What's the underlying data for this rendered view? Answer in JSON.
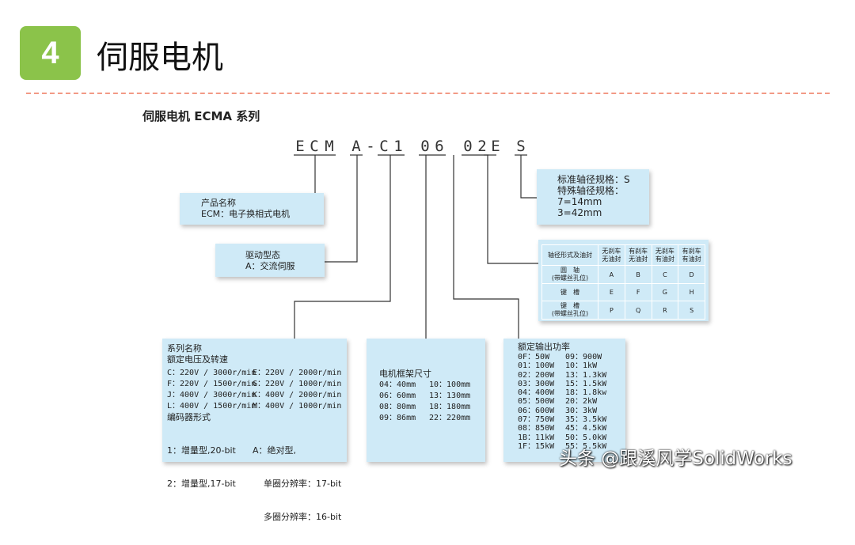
{
  "header": {
    "number": "4",
    "title": "伺服电机"
  },
  "subtitle": "伺服电机 ECMA 系列",
  "model_code": [
    "E",
    "C",
    "M",
    "A",
    "-",
    "C",
    "1",
    "0",
    "6",
    "0",
    "2",
    "E",
    "S"
  ],
  "product_name": {
    "title": "产品名称",
    "desc": "ECM：电子换相式电机"
  },
  "drive_type": {
    "title": "驱动型态",
    "desc": "A：交流伺服"
  },
  "series": {
    "title": "系列名称",
    "rated_title": "额定电压及转速",
    "rated_rows": [
      [
        "C：220V / 3000r/min",
        "E：220V / 2000r/min"
      ],
      [
        "F：220V / 1500r/min",
        "G：220V / 1000r/min"
      ],
      [
        "J：400V / 3000r/min",
        "K：400V / 2000r/min"
      ],
      [
        "L：400V / 1500r/min",
        "M：400V / 1000r/min"
      ]
    ],
    "encoder_title": "编码器形式",
    "encoder_left": [
      "1：增量型,20-bit",
      "2：增量型,17-bit"
    ],
    "encoder_right": [
      "A：绝对型,",
      "单圈分辨率：17-bit",
      "多圈分辨率：16-bit"
    ]
  },
  "frame": {
    "title": "电机框架尺寸",
    "rows": [
      [
        "04：40mm",
        "10：100mm"
      ],
      [
        "06：60mm",
        "13：130mm"
      ],
      [
        "08：80mm",
        "18：180mm"
      ],
      [
        "09：86mm",
        "22：220mm"
      ]
    ]
  },
  "power": {
    "title": "额定输出功率",
    "rows": [
      [
        "0F：50W",
        "09：900W"
      ],
      [
        "01：100W",
        "10：1kW"
      ],
      [
        "02：200W",
        "13：1.3kW"
      ],
      [
        "03：300W",
        "15：1.5kW"
      ],
      [
        "04：400W",
        "18：1.8kw"
      ],
      [
        "05：500W",
        "20：2kW"
      ],
      [
        "06：600W",
        "30：3kW"
      ],
      [
        "07：750W",
        "35：3.5kW"
      ],
      [
        "08：850W",
        "45：4.5kW"
      ],
      [
        "1B：11kW",
        "50：5.0kW"
      ],
      [
        "1F：15kW",
        "55：5.5kW"
      ]
    ]
  },
  "axle_spec": {
    "lines": [
      "标准轴径规格：S",
      "特殊轴径规格：",
      "7=14mm",
      "3=42mm"
    ]
  },
  "axle_table": {
    "header": [
      "轴径形式及油封",
      "无刹车\n无油封",
      "有刹车\n无油封",
      "无刹车\n有油封",
      "有刹车\n有油封"
    ],
    "rows": [
      [
        "圆　轴\n(带螺丝孔位)",
        "A",
        "B",
        "C",
        "D"
      ],
      [
        "键　槽",
        "E",
        "F",
        "G",
        "H"
      ],
      [
        "键　槽\n(带螺丝孔位)",
        "P",
        "Q",
        "R",
        "S"
      ]
    ]
  },
  "watermark": "头条 @跟溪风学SolidWorks"
}
